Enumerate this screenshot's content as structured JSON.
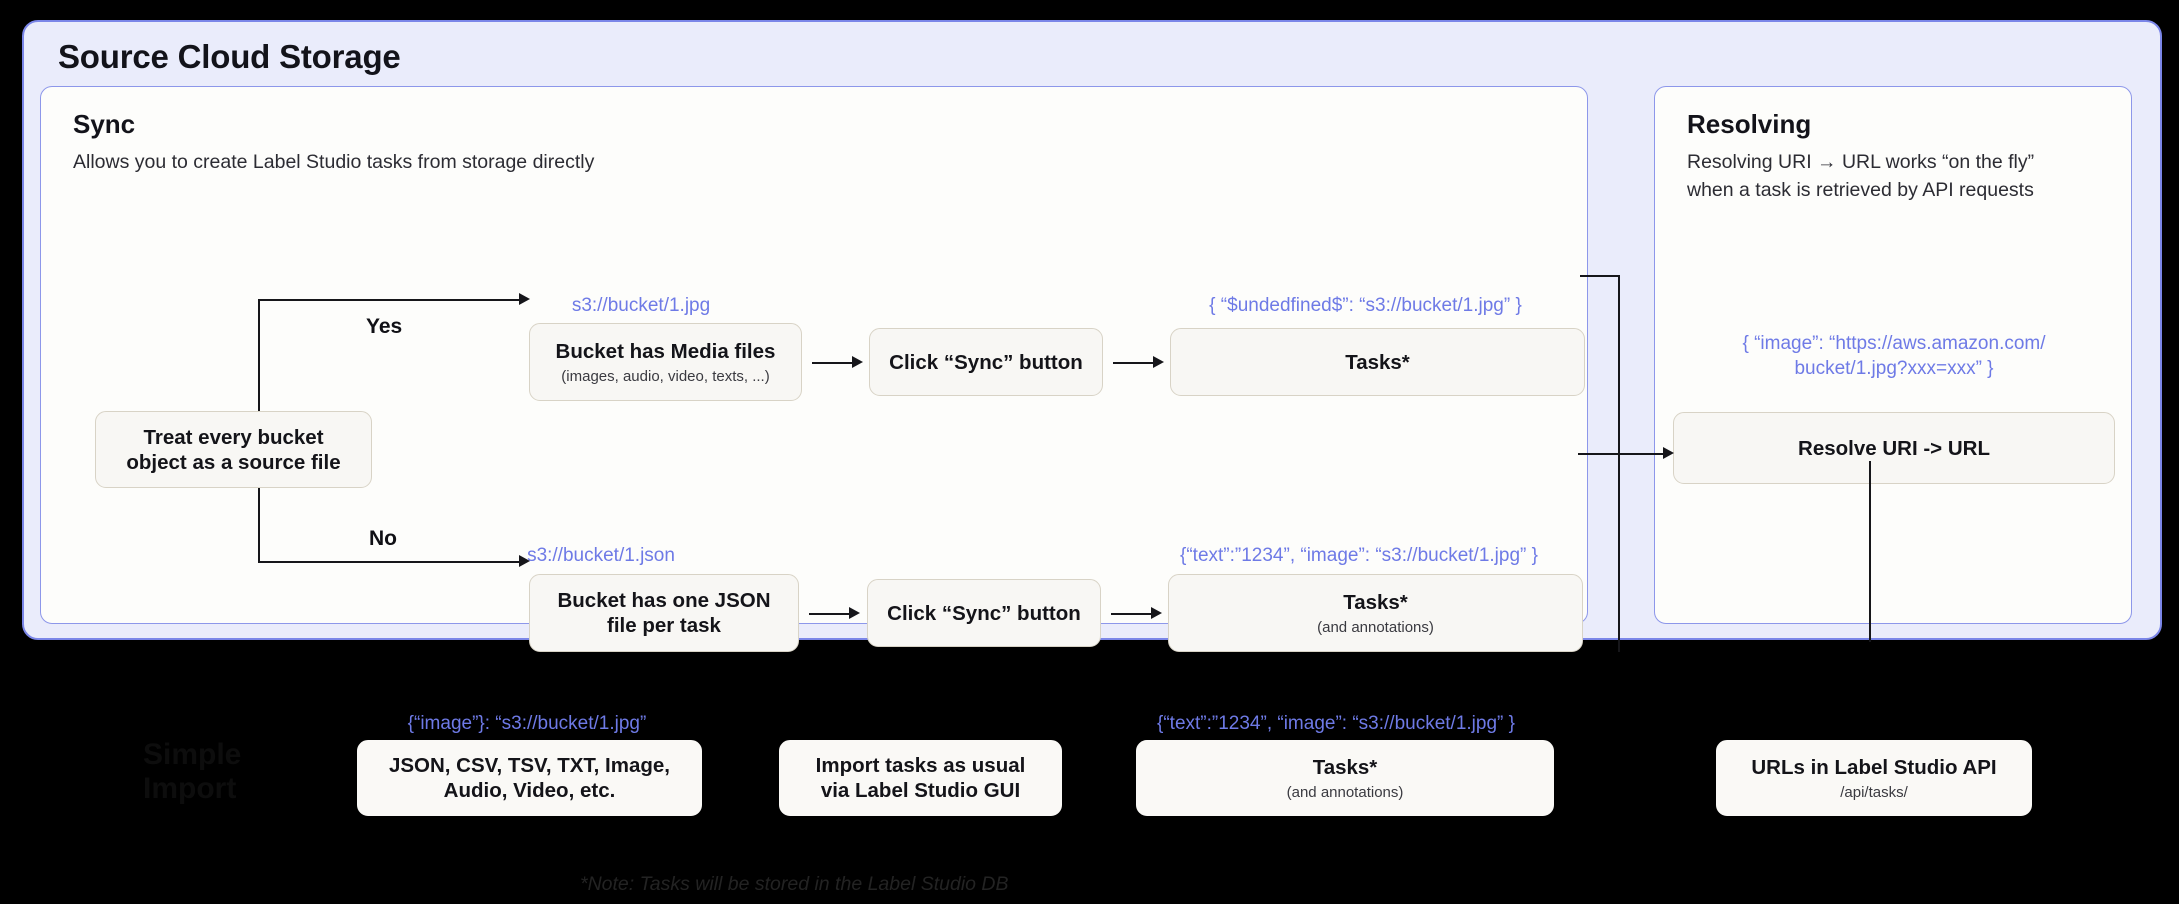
{
  "diagram": {
    "background": "#000000",
    "accent_blue": "#6e7ae6",
    "panel_bg": "#eaecfb",
    "node_bg": "#f8f7f4"
  },
  "outer": {
    "title": "Source Cloud Storage"
  },
  "sync": {
    "title": "Sync",
    "description": "Allows you to create Label Studio tasks from storage directly",
    "yes_label": "Yes",
    "no_label": "No",
    "start_node": "Treat every bucket\nobject as a source file",
    "row_media": {
      "annotation_uri": "s3://bucket/1.jpg",
      "node_title": "Bucket has Media files",
      "node_sub": "(images, audio, video, texts, ...)",
      "sync_button": "Click “Sync” button",
      "tasks_annotation": "{ “$undedfined$”: “s3://bucket/1.jpg” }",
      "tasks_title": "Tasks*"
    },
    "row_json": {
      "annotation_uri": "s3://bucket/1.json",
      "node_title": "Bucket has one JSON\nfile per task",
      "sync_button": "Click “Sync” button",
      "tasks_annotation": "{“text”:”1234”,  “image”: “s3://bucket/1.jpg” }",
      "tasks_title": "Tasks*",
      "tasks_sub": "(and annotations)"
    }
  },
  "resolving": {
    "title": "Resolving",
    "description": "Resolving URI → URL works “on the fly”\nwhen a task is retrieved by API requests",
    "annotation": "{ “image”: “https://aws.amazon.com/\nbucket/1.jpg?xxx=xxx” }",
    "node_title": "Resolve URI -> URL"
  },
  "simple_import": {
    "section_title": "Simple\nImport",
    "formats_annotation": "{“image”}: “s3://bucket/1.jpg”",
    "formats_node": "JSON, CSV, TSV, TXT, Image,\nAudio, Video, etc.",
    "import_node": "Import tasks as usual\nvia Label Studio GUI",
    "tasks_annotation": "{“text”:”1234”,  “image”: “s3://bucket/1.jpg” }",
    "tasks_title": "Tasks*",
    "tasks_sub": "(and annotations)",
    "api_title": "URLs in Label Studio API",
    "api_sub": "/api/tasks/"
  },
  "footer": {
    "note": "*Note: Tasks will be stored in the Label Studio DB"
  }
}
